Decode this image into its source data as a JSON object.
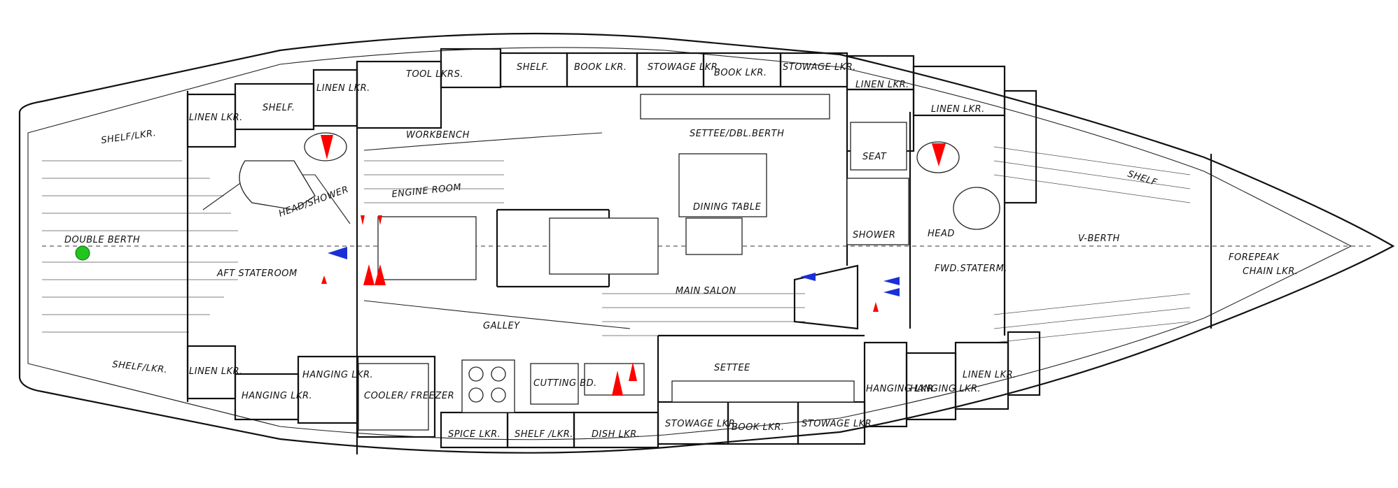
{
  "labels": {
    "double_berth": "DOUBLE BERTH",
    "aft_stateroom": "AFT STATEROOM",
    "shelf_lkr_aft_top": "SHELF/LKR.",
    "shelf_lkr_aft_bottom": "SHELF/LKR.",
    "linen_lkr_1": "LINEN LKR.",
    "linen_lkr_2": "LINEN LKR.",
    "linen_lkr_3": "LINEN LKR.",
    "linen_lkr_4": "LINEN LKR.",
    "linen_lkr_5": "LINEN LKR.",
    "linen_lkr_6": "LINEN LKR.",
    "shelf_head": "SHELF.",
    "head_shower_aft": "HEAD/SHOWER",
    "tool_lkrs": "TOOL LKRS.",
    "workbench": "WORKBENCH",
    "engine_room": "ENGINE ROOM",
    "shelf_top": "SHELF.",
    "book_lkr_1": "BOOK LKR.",
    "stowage_lkr_1": "STOWAGE LKR.",
    "book_lkr_2": "BOOK LKR.",
    "stowage_lkr_2": "STOWAGE LKR.",
    "settee_dbl_berth": "SETTEE/DBL.BERTH",
    "dining_table": "DINING TABLE",
    "main_salon": "MAIN SALON",
    "galley": "GALLEY",
    "settee": "SETTEE",
    "seat": "SEAT",
    "shower": "SHOWER",
    "head": "HEAD",
    "fwd_stateroom": "FWD.STATERM.",
    "v_berth": "V-BERTH",
    "shelf_bow": "SHELF",
    "forepeak": "FOREPEAK",
    "chain_lkr": "CHAIN LKR.",
    "hanging_lkr_1": "HANGING LKR.",
    "hanging_lkr_2": "HANGING LKR.",
    "hanging_lkr_3": "HANGING LKR.",
    "hanging_lkr_4": "HANGING LKR.",
    "cooler_freezer": "COOLER/ FREEZER",
    "spice_lkr": "SPICE LKR.",
    "shelf_lkr_galley": "SHELF /LKR.",
    "cutting_bd": "CUTTING BD.",
    "dish_lkr": "DISH LKR.",
    "stowage_lkr_3": "STOWAGE LKR.",
    "book_lkr_3": "BOOK LKR.",
    "stowage_lkr_4": "STOWAGE LKR."
  },
  "markers": {
    "green_dot_color": "#22c41e",
    "red_marker_color": "#ff0000",
    "blue_marker_color": "#1a2fd6"
  }
}
